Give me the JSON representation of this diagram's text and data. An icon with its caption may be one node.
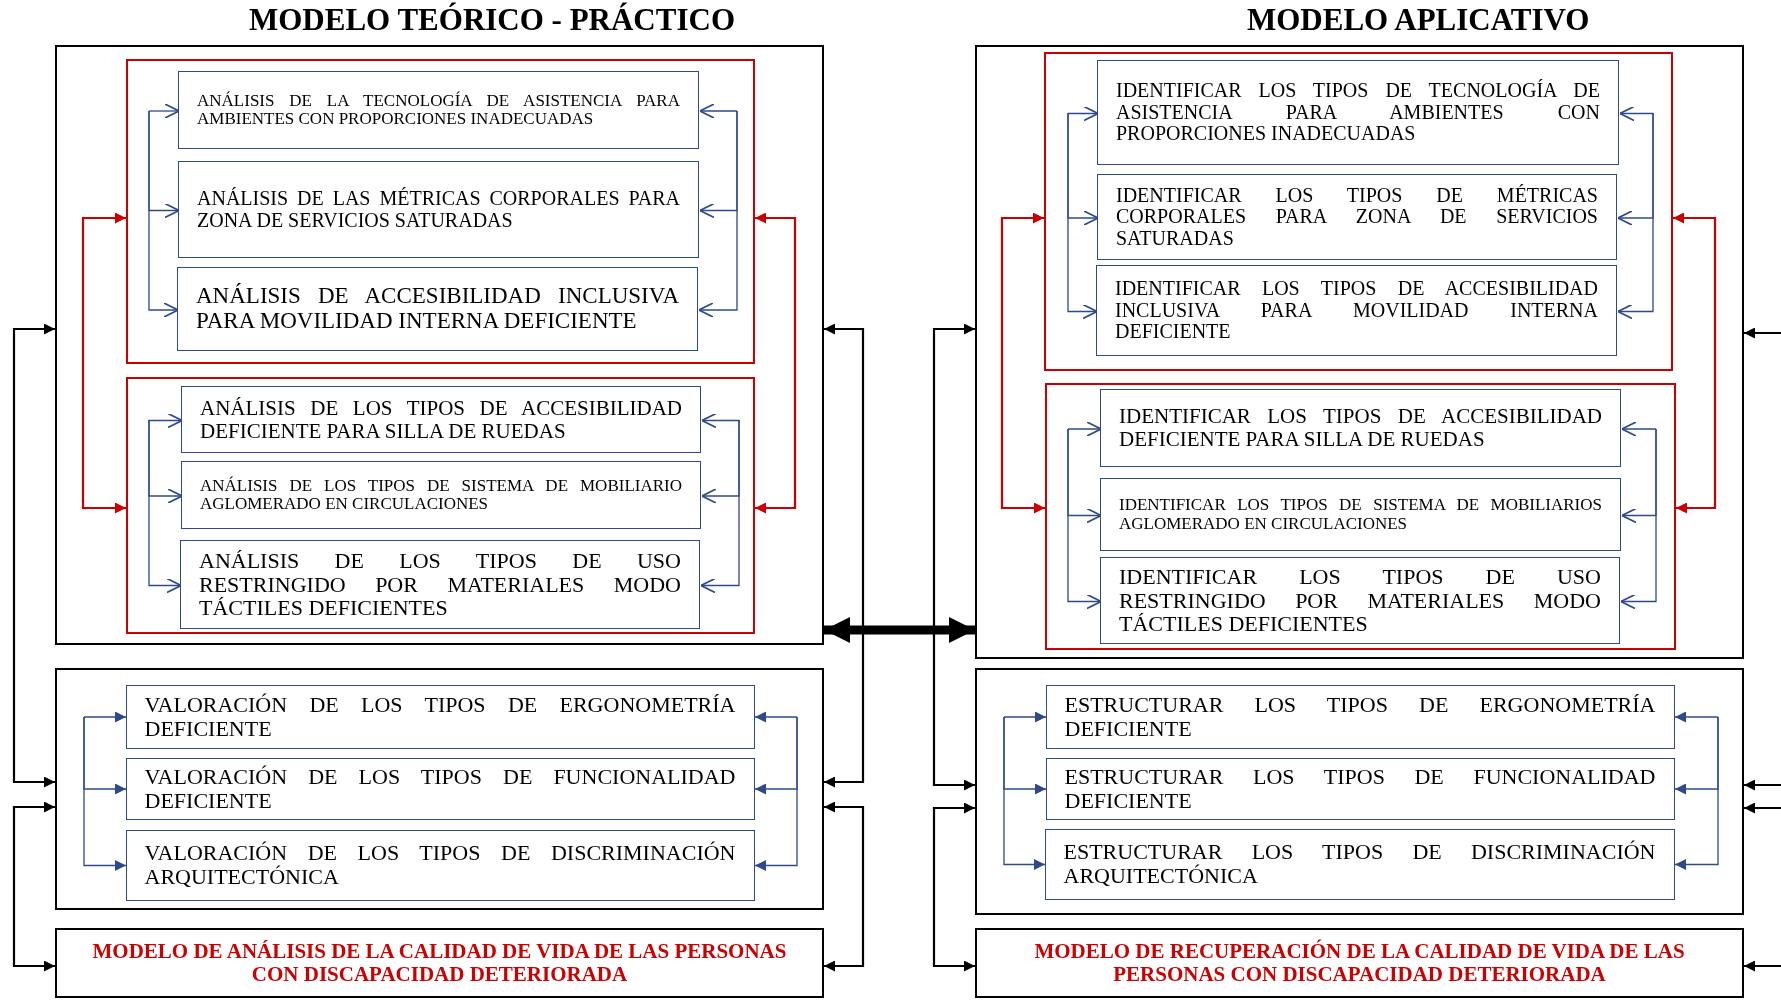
{
  "diagram": {
    "nodes": [
      {
        "text": [],
        "shape": "box"
      },
      {
        "text": [],
        "shape": "box",
        "in": 0
      },
      {
        "text": [
          "ANÁLISIS DE LA TECNOLOGÍA DE ASISTENCIA PARA AMBIENTES CON PROPORCIONES INADECUADAS"
        ],
        "in": 1
      },
      {
        "text": [
          "ANÁLISIS DE LAS MÉTRICAS CORPORALES PARA ZONA DE SERVICIOS SATURADAS"
        ],
        "in": 1
      },
      {
        "text": [
          "ANÁLISIS DE ACCESIBILIDAD INCLUSIVA PARA MOVILIDAD INTERNA DEFICIENTE"
        ],
        "in": 1
      },
      {
        "text": [],
        "shape": "box",
        "in": 0
      },
      {
        "text": [
          "ANÁLISIS DE LOS TIPOS DE ACCESIBILIDAD DEFICIENTE PARA SILLA DE RUEDAS"
        ],
        "in": 5
      },
      {
        "text": [
          "ANÁLISIS DE LOS TIPOS DE SISTEMA DE MOBILIARIO AGLOMERADO EN CIRCULACIONES"
        ],
        "in": 5
      },
      {
        "text": [
          "ANÁLISIS DE LOS TIPOS DE USO RESTRINGIDO POR MATERIALES MODO TÁCTILES DEFICIENTES"
        ],
        "in": 5
      },
      {
        "text": [],
        "shape": "box"
      },
      {
        "text": [
          "VALORACIÓN DE LOS TIPOS DE ERGONOMETRÍA DEFICIENTE"
        ],
        "in": 9
      },
      {
        "text": [
          "VALORACIÓN DE LOS TIPOS DE FUNCIONALIDAD DEFICIENTE"
        ],
        "in": 9
      },
      {
        "text": [
          "VALORACIÓN DE LOS TIPOS DE DISCRIMINACIÓN ARQUITECTÓNICA"
        ],
        "in": 9
      },
      {
        "text": [
          "MODELO DE ANÁLISIS DE LA CALIDAD DE VIDA DE LAS PERSONAS CON DISCAPACIDAD DETERIORADA"
        ]
      },
      {
        "text": [],
        "shape": "box"
      },
      {
        "text": [],
        "shape": "box",
        "in": 14
      },
      {
        "text": [
          "IDENTIFICAR LOS TIPOS DE TECNOLOGÍA DE ASISTENCIA PARA AMBIENTES CON PROPORCIONES INADECUADAS"
        ],
        "in": 15
      },
      {
        "text": [
          "IDENTIFICAR LOS TIPOS DE MÉTRICAS CORPORALES PARA ZONA DE SERVICIOS SATURADAS"
        ],
        "in": 15
      },
      {
        "text": [
          "IDENTIFICAR LOS TIPOS DE ACCESIBILIDAD INCLUSIVA PARA MOVILIDAD INTERNA DEFICIENTE"
        ],
        "in": 15
      },
      {
        "text": [],
        "shape": "box",
        "in": 14
      },
      {
        "text": [
          "IDENTIFICAR LOS TIPOS DE ACCESIBILIDAD DEFICIENTE PARA SILLA DE RUEDAS"
        ],
        "in": 19
      },
      {
        "text": [
          "IDENTIFICAR LOS TIPOS DE SISTEMA DE MOBILIARIOS AGLOMERADO EN CIRCULACIONES"
        ],
        "in": 19
      },
      {
        "text": [
          "IDENTIFICAR LOS TIPOS DE USO RESTRINGIDO POR MATERIALES MODO TÁCTILES DEFICIENTES"
        ],
        "in": 19
      },
      {
        "text": [],
        "shape": "box"
      },
      {
        "text": [
          "ESTRUCTURAR LOS TIPOS DE ERGONOMETRÍA DEFICIENTE"
        ],
        "in": 23
      },
      {
        "text": [
          "ESTRUCTURAR LOS TIPOS DE FUNCIONALIDAD DEFICIENTE"
        ],
        "in": 23
      },
      {
        "text": [
          "ESTRUCTURAR LOS TIPOS DE DISCRIMINACIÓN ARQUITECTÓNICA"
        ],
        "in": 23
      },
      {
        "text": [
          "MODELO DE RECUPERACIÓN DE LA CALIDAD DE VIDA DE LAS PERSONAS CON DISCAPACIDAD DETERIORADA"
        ]
      }
    ],
    "edges": [
      {
        "from": null,
        "to": 2,
        "arrow": "to"
      },
      {
        "from": null,
        "to": 3,
        "arrow": "to"
      },
      {
        "from": null,
        "to": 4,
        "arrow": "to"
      },
      {
        "from": null,
        "to": 2,
        "arrow": "to"
      },
      {
        "from": null,
        "to": 3,
        "arrow": "to"
      },
      {
        "from": null,
        "to": 4,
        "arrow": "to"
      },
      {
        "from": null,
        "to": 6,
        "arrow": "to"
      },
      {
        "from": null,
        "to": 7,
        "arrow": "to"
      },
      {
        "from": null,
        "to": 8,
        "arrow": "to"
      },
      {
        "from": null,
        "to": 6,
        "arrow": "to"
      },
      {
        "from": null,
        "to": 7,
        "arrow": "to"
      },
      {
        "from": null,
        "to": 8,
        "arrow": "to"
      },
      {
        "from": 1,
        "to": 5,
        "arrow": "both",
        "color": "#cc0000"
      },
      {
        "from": 1,
        "to": 5,
        "arrow": "both",
        "color": "#cc0000"
      },
      {
        "from": null,
        "to": 10,
        "arrow": "to"
      },
      {
        "from": null,
        "to": 11,
        "arrow": "to"
      },
      {
        "from": null,
        "to": 12,
        "arrow": "to"
      },
      {
        "from": null,
        "to": 10,
        "arrow": "to"
      },
      {
        "from": null,
        "to": 11,
        "arrow": "to"
      },
      {
        "from": null,
        "to": 12,
        "arrow": "to"
      },
      {
        "from": 0,
        "to": 9,
        "arrow": "both",
        "color": "#000000"
      },
      {
        "from": 9,
        "to": 13,
        "arrow": "both",
        "color": "#000000"
      },
      {
        "from": 0,
        "to": 9,
        "arrow": "both",
        "color": "#000000"
      },
      {
        "from": 9,
        "to": 13,
        "arrow": "both",
        "color": "#000000"
      },
      {
        "from": 0,
        "to": 14,
        "arrow": "both",
        "style": "thick",
        "color": "#000000"
      },
      {
        "from": null,
        "to": 16,
        "arrow": "to"
      },
      {
        "from": null,
        "to": 17,
        "arrow": "to"
      },
      {
        "from": null,
        "to": 18,
        "arrow": "to"
      },
      {
        "from": null,
        "to": 16,
        "arrow": "to"
      },
      {
        "from": null,
        "to": 17,
        "arrow": "to"
      },
      {
        "from": null,
        "to": 18,
        "arrow": "to"
      },
      {
        "from": null,
        "to": 20,
        "arrow": "to"
      },
      {
        "from": null,
        "to": 21,
        "arrow": "to"
      },
      {
        "from": null,
        "to": 22,
        "arrow": "to"
      },
      {
        "from": null,
        "to": 20,
        "arrow": "to"
      },
      {
        "from": null,
        "to": 21,
        "arrow": "to"
      },
      {
        "from": null,
        "to": 22,
        "arrow": "to"
      },
      {
        "from": 15,
        "to": 19,
        "arrow": "both",
        "color": "#cc0000"
      },
      {
        "from": 15,
        "to": 19,
        "arrow": "both",
        "color": "#cc0000"
      },
      {
        "from": null,
        "to": 24,
        "arrow": "to"
      },
      {
        "from": null,
        "to": 25,
        "arrow": "to"
      },
      {
        "from": null,
        "to": 26,
        "arrow": "to"
      },
      {
        "from": null,
        "to": 24,
        "arrow": "to"
      },
      {
        "from": null,
        "to": 25,
        "arrow": "to"
      },
      {
        "from": null,
        "to": 26,
        "arrow": "to"
      },
      {
        "from": 14,
        "to": 23,
        "arrow": "both",
        "color": "#000000"
      },
      {
        "from": 23,
        "to": 27,
        "arrow": "both",
        "color": "#000000"
      },
      {
        "from": null,
        "to": 14,
        "arrow": "to",
        "color": "#000000"
      },
      {
        "from": null,
        "to": 23,
        "arrow": "to",
        "color": "#000000"
      },
      {
        "from": null,
        "to": 23,
        "arrow": "to",
        "color": "#000000"
      },
      {
        "from": null,
        "to": 27,
        "arrow": "to",
        "color": "#000000"
      }
    ],
    "labels": [
      "MODELO TEÓRICO - PRÁCTICO",
      "MODELO APLICATIVO"
    ]
  }
}
